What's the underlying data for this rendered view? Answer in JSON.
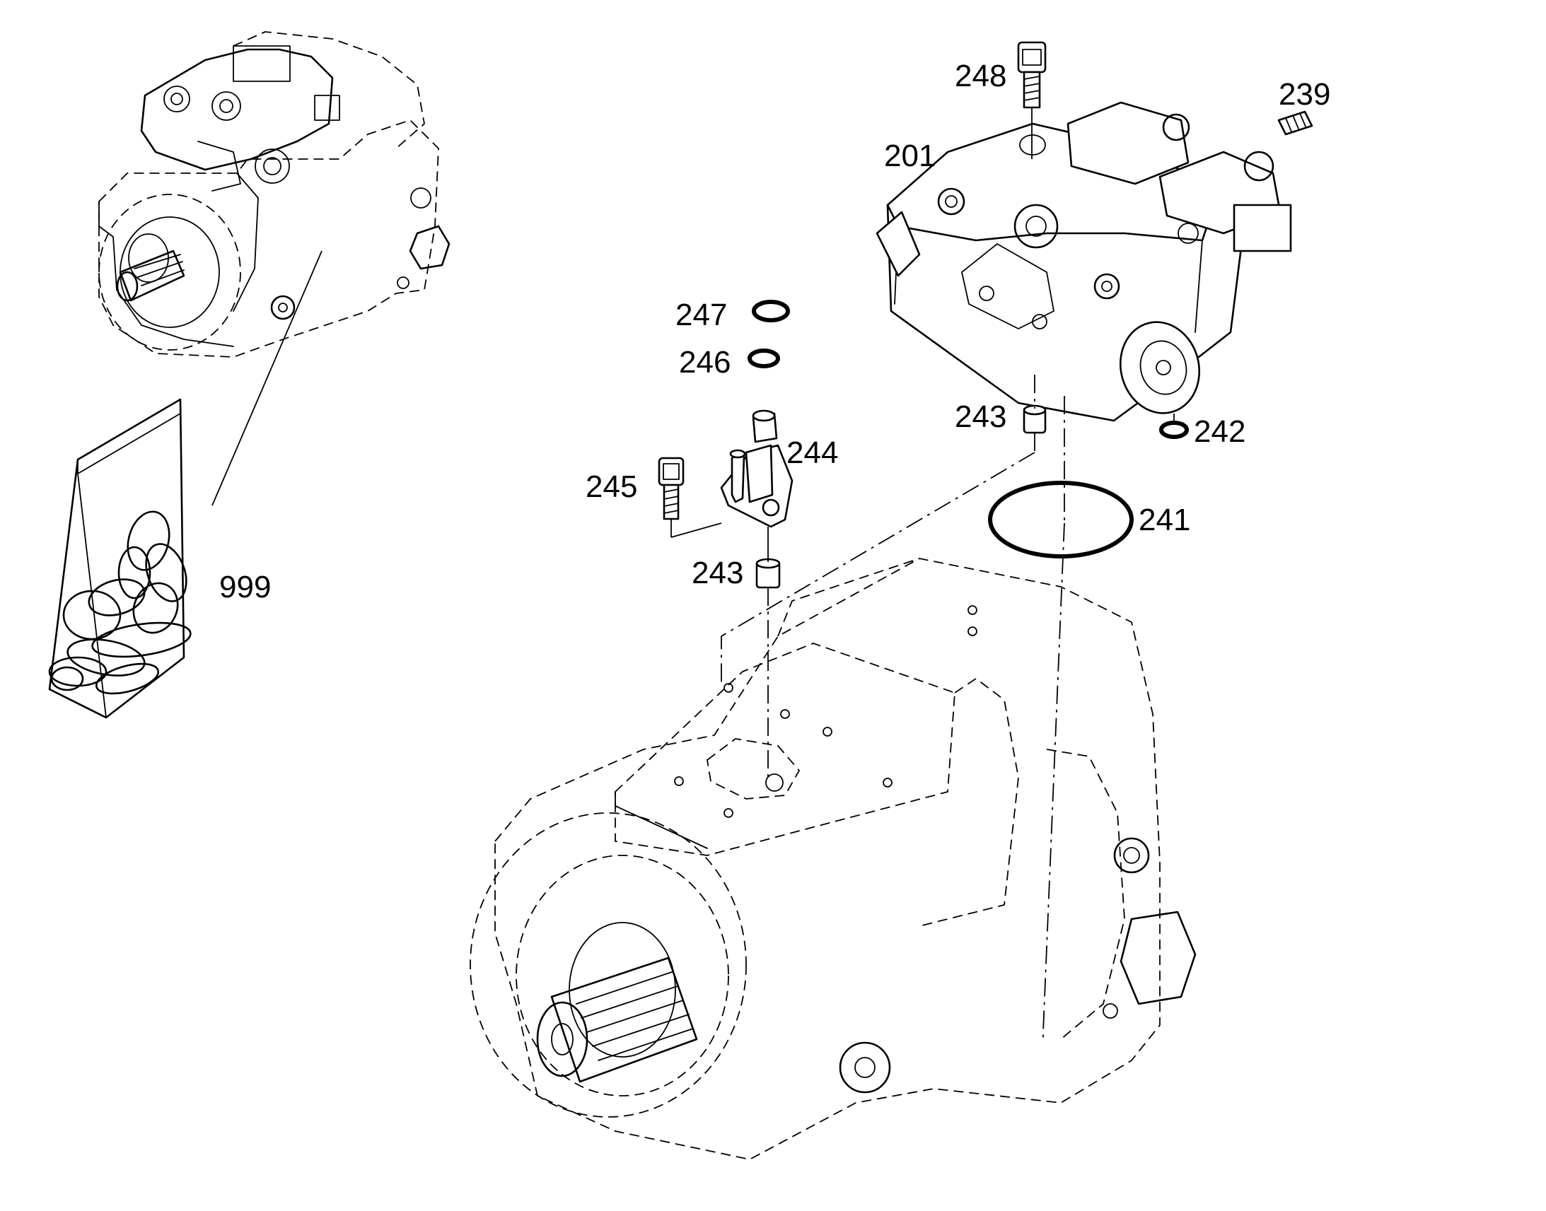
{
  "diagram": {
    "callouts": [
      {
        "id": "248",
        "label": "248"
      },
      {
        "id": "239",
        "label": "239"
      },
      {
        "id": "201",
        "label": "201"
      },
      {
        "id": "247",
        "label": "247"
      },
      {
        "id": "246",
        "label": "246"
      },
      {
        "id": "243a",
        "label": "243"
      },
      {
        "id": "242",
        "label": "242"
      },
      {
        "id": "244",
        "label": "244"
      },
      {
        "id": "245",
        "label": "245"
      },
      {
        "id": "241",
        "label": "241"
      },
      {
        "id": "243b",
        "label": "243"
      },
      {
        "id": "999",
        "label": "999"
      }
    ]
  }
}
